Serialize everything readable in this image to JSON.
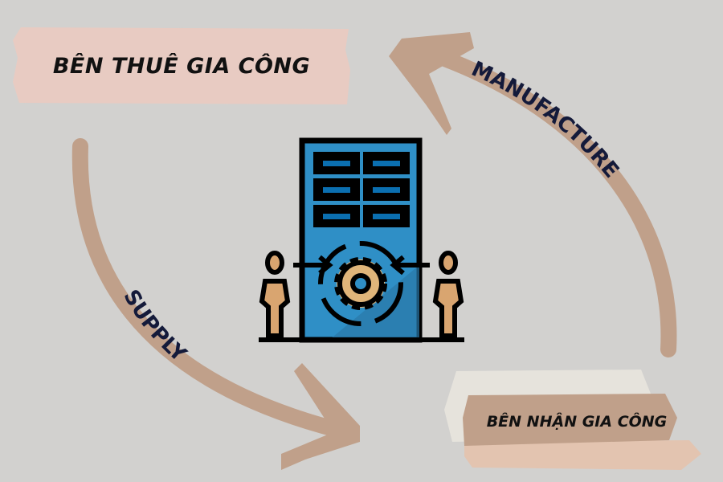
{
  "diagram": {
    "nodes": {
      "outsourcer": {
        "label": "BÊN THUÊ GIA CÔNG"
      },
      "contractor": {
        "label": "BÊN NHẬN GIA CÔNG"
      }
    },
    "edges": {
      "supply": {
        "label": "SUPPLY",
        "from": "outsourcer",
        "to": "contractor"
      },
      "manufacture": {
        "label": "MANUFACTURE",
        "from": "contractor",
        "to": "outsourcer"
      }
    },
    "center_icon": "outsourcing-factory-icon"
  },
  "colors": {
    "background": "#d2d1cf",
    "arrow": "#c0a08a",
    "label_top_bg": "#e8cbc2",
    "label_bot_light": "#e6e3dc",
    "label_bot_dark": "#c0a08a",
    "label_bot_peach": "#e3c4b0",
    "curve_text": "#141a3a",
    "building_blue": "#2f8fc6",
    "window_blue": "#0b6fb0",
    "person_tan": "#d9a570"
  }
}
